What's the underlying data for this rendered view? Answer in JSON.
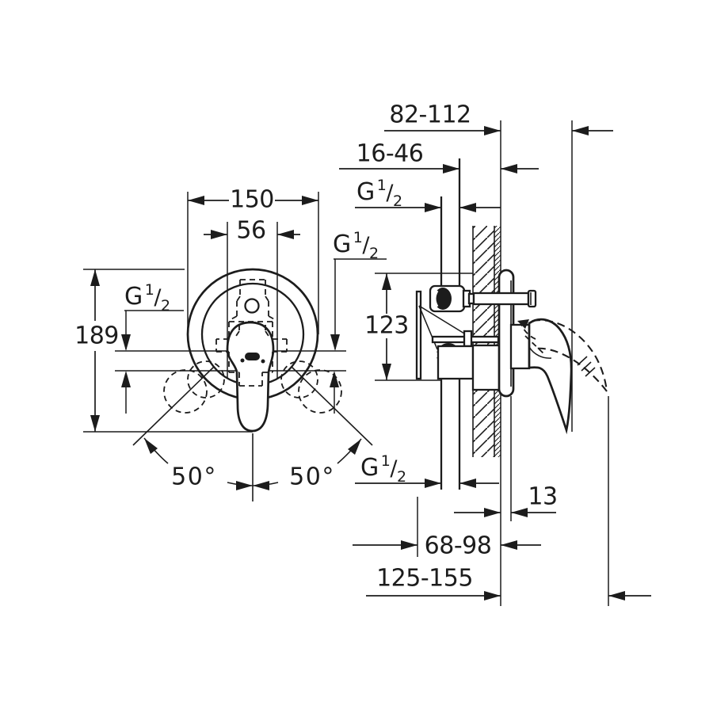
{
  "drawing": {
    "kind": "technical-dimension-drawing",
    "subject": "concealed single-lever shower mixer, front view and wall cross-section"
  },
  "labels": {
    "dim_depth_closed": "82-112",
    "dim_inlet_depth": "16-46",
    "dim_plate_diameter": "150",
    "dim_cartridge_width": "56",
    "dim_height": "189",
    "dim_port_span": "123",
    "dim_angle_left": "50°",
    "dim_angle_right": "50°",
    "dim_plate_depth": "13",
    "dim_body_depth": "68-98",
    "dim_depth_open": "125-155",
    "thread": {
      "letter": "G",
      "numerator": "1",
      "slash": "/",
      "denominator": "2"
    }
  },
  "colors": {
    "line": "#1c1c1c",
    "background": "#ffffff"
  }
}
